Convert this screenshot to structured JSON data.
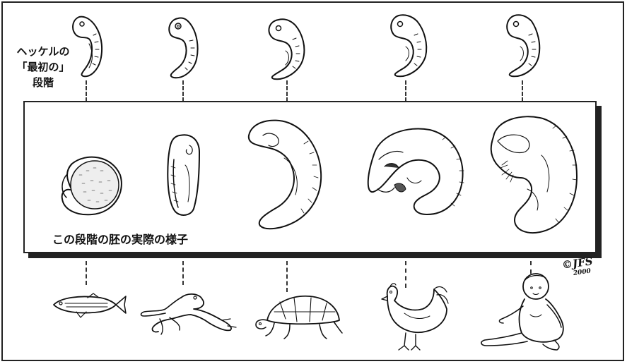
{
  "labels": {
    "haeckel_first_stage": [
      "ヘッケルの",
      "「最初の」",
      "段階"
    ],
    "actual_embryo_caption": "この段階の胚の実際の様子",
    "signature": "©JFS",
    "signature_year": "2000"
  },
  "columns": [
    {
      "animal_icon": "fish-icon",
      "haeckel_embryo_icon": "haeckel-embryo-1-icon",
      "actual_embryo_icon": "actual-embryo-1-icon"
    },
    {
      "animal_icon": "frog-icon",
      "haeckel_embryo_icon": "haeckel-embryo-2-icon",
      "actual_embryo_icon": "actual-embryo-2-icon"
    },
    {
      "animal_icon": "turtle-icon",
      "haeckel_embryo_icon": "haeckel-embryo-3-icon",
      "actual_embryo_icon": "actual-embryo-3-icon"
    },
    {
      "animal_icon": "chicken-icon",
      "haeckel_embryo_icon": "haeckel-embryo-4-icon",
      "actual_embryo_icon": "actual-embryo-4-icon"
    },
    {
      "animal_icon": "human-baby-icon",
      "haeckel_embryo_icon": "haeckel-embryo-5-icon",
      "actual_embryo_icon": "actual-embryo-5-icon"
    }
  ]
}
